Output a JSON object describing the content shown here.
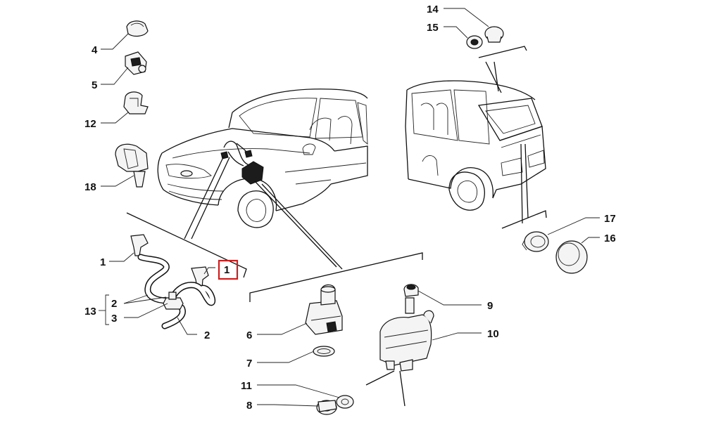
{
  "diagram": {
    "labels": {
      "p1a": "1",
      "p1b": "1",
      "p2a": "2",
      "p2b": "2",
      "p3": "3",
      "p4": "4",
      "p5": "5",
      "p6": "6",
      "p7": "7",
      "p8": "8",
      "p9": "9",
      "p10": "10",
      "p11": "11",
      "p12": "12",
      "p13": "13",
      "p14": "14",
      "p15": "15",
      "p16": "16",
      "p17": "17",
      "p18": "18"
    },
    "highlight_color": "#cc1f1f"
  }
}
